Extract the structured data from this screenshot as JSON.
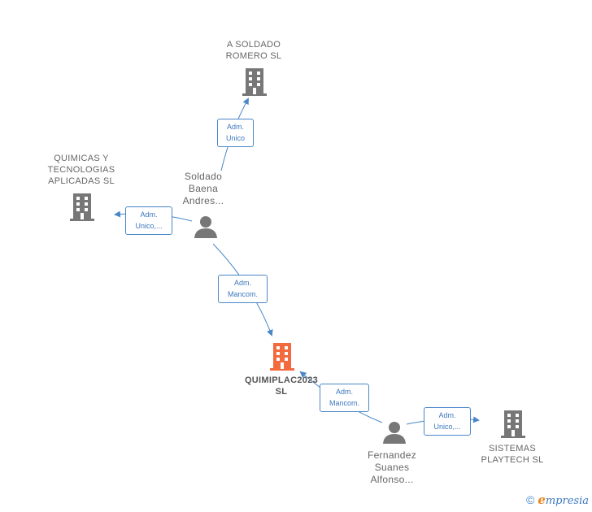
{
  "nodes": {
    "a_soldado": {
      "name_line1": "A SOLDADO",
      "name_line2": "ROMERO  SL",
      "type": "company",
      "icon": "building-icon",
      "color": "#777777"
    },
    "quimicas": {
      "name_line1": "QUIMICAS Y",
      "name_line2": "TECNOLOGIAS",
      "name_line3": "APLICADAS SL",
      "type": "company",
      "icon": "building-icon",
      "color": "#777777"
    },
    "soldado_person": {
      "name_line1": "Soldado",
      "name_line2": "Baena",
      "name_line3": "Andres...",
      "type": "person",
      "icon": "person-icon",
      "color": "#777777"
    },
    "quimiplac": {
      "name_line1": "QUIMIPLAC2023",
      "name_line2": "SL",
      "type": "company",
      "icon": "building-icon",
      "color": "#f26a3d",
      "highlight": true
    },
    "fernandez_person": {
      "name_line1": "Fernandez",
      "name_line2": "Suanes",
      "name_line3": "Alfonso...",
      "type": "person",
      "icon": "person-icon",
      "color": "#777777"
    },
    "sistemas": {
      "name_line1": "SISTEMAS",
      "name_line2": "PLAYTECH  SL",
      "type": "company",
      "icon": "building-icon",
      "color": "#777777"
    }
  },
  "edges": {
    "e1": {
      "line1": "Adm.",
      "line2": "Unico"
    },
    "e2": {
      "line1": "Adm.",
      "line2": "Unico,..."
    },
    "e3": {
      "line1": "Adm.",
      "line2": "Mancom."
    },
    "e4": {
      "line1": "Adm.",
      "line2": "Mancom."
    },
    "e5": {
      "line1": "Adm.",
      "line2": "Unico,..."
    }
  },
  "colors": {
    "edge": "#4a86c8",
    "node_gray": "#777777",
    "highlight": "#f26a3d"
  },
  "footer": {
    "copyright": "©",
    "brand_first": "e",
    "brand_rest": "mpresia"
  }
}
